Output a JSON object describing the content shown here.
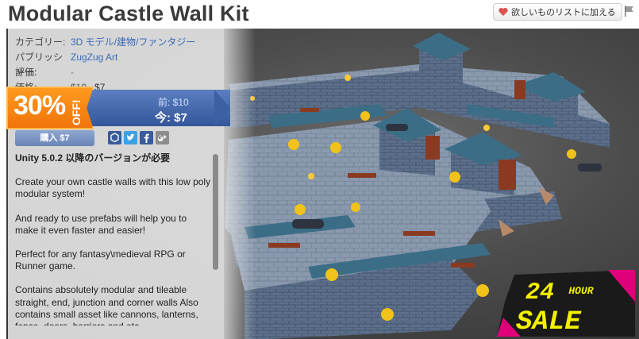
{
  "page": {
    "title": "Modular Castle Wall Kit",
    "wishlist_label": "欲しいものリストに加える"
  },
  "meta": {
    "category_label": "カテゴリー:",
    "category_value": "3D モデル/建物/ファンタジー",
    "publisher_label": "パブリッシャー:",
    "publisher_value": "ZugZug Art",
    "rating_label": "評価:",
    "rating_value": "-",
    "price_label": "価格:",
    "price_old": "$10",
    "price_new": "$7"
  },
  "promo": {
    "discount": "30%",
    "off_text": "OFF!",
    "was": "前: $10",
    "now": "今: $7"
  },
  "actions": {
    "buy_label": "購入 $7",
    "share_icons": [
      "unity-icon",
      "twitter-icon",
      "facebook-icon",
      "googleplus-icon"
    ]
  },
  "description": {
    "requirement": "Unity 5.0.2 以降のバージョンが必要",
    "paragraphs": [
      "Create your own castle walls with this low poly modular system!",
      "And ready to use prefabs will help you to make it even faster and easier!",
      "Perfect for any fantasy\\medieval RPG or Runner game.",
      "Contains absolutely modular and tileable straight, end, junction and corner walls Also contains small asset like cannons, lanterns, fence, doors, barriers and etc"
    ]
  },
  "sale_badge": {
    "line1": "24",
    "line2": "HOUR",
    "line3": "SALE",
    "colors": {
      "yellow": "#f2f000",
      "magenta": "#e0007a",
      "dark": "#1a1a1a"
    }
  },
  "colors": {
    "accent_blue": "#3a6ab8",
    "banner_blue": "#4467aa",
    "badge_orange": "#f5850f",
    "stone": "#5b6e88",
    "roof": "#3c6d86",
    "gold": "#f0c21a",
    "wood": "#8b3a22"
  }
}
